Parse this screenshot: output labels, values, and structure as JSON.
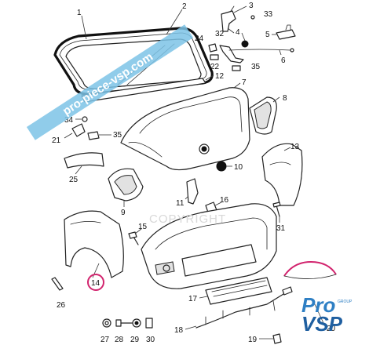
{
  "watermark": {
    "banner_text": "pro-piece-vsp.com",
    "copyright_text": "COPYRIGHT",
    "logo_pro": "Pro",
    "logo_vsp": "VSP",
    "logo_group": "GROUP",
    "banner_color": "#7cc3e6"
  },
  "callouts": [
    {
      "id": "c1",
      "label": "1"
    },
    {
      "id": "c2",
      "label": "2"
    },
    {
      "id": "c3",
      "label": "3"
    },
    {
      "id": "c33",
      "label": "33"
    },
    {
      "id": "c32",
      "label": "32"
    },
    {
      "id": "c4",
      "label": "4"
    },
    {
      "id": "c5",
      "label": "5"
    },
    {
      "id": "c24",
      "label": "24"
    },
    {
      "id": "c22",
      "label": "22"
    },
    {
      "id": "c6",
      "label": "6"
    },
    {
      "id": "c35a",
      "label": "35"
    },
    {
      "id": "c12",
      "label": "12"
    },
    {
      "id": "c7",
      "label": "7"
    },
    {
      "id": "c8",
      "label": "8"
    },
    {
      "id": "c34",
      "label": "34"
    },
    {
      "id": "c21",
      "label": "21"
    },
    {
      "id": "c35b",
      "label": "35"
    },
    {
      "id": "c13",
      "label": "13"
    },
    {
      "id": "c25",
      "label": "25"
    },
    {
      "id": "c10",
      "label": "10"
    },
    {
      "id": "c9",
      "label": "9"
    },
    {
      "id": "c11",
      "label": "11"
    },
    {
      "id": "c16",
      "label": "16"
    },
    {
      "id": "c31",
      "label": "31"
    },
    {
      "id": "c15",
      "label": "15"
    },
    {
      "id": "c14",
      "label": "14"
    },
    {
      "id": "c26",
      "label": "26"
    },
    {
      "id": "c17",
      "label": "17"
    },
    {
      "id": "c20",
      "label": "20"
    },
    {
      "id": "c18",
      "label": "18"
    },
    {
      "id": "c27",
      "label": "27"
    },
    {
      "id": "c28",
      "label": "28"
    },
    {
      "id": "c29",
      "label": "29"
    },
    {
      "id": "c30",
      "label": "30"
    },
    {
      "id": "c19",
      "label": "19"
    }
  ],
  "highlight": {
    "label": "14",
    "color": "#d2246e"
  }
}
